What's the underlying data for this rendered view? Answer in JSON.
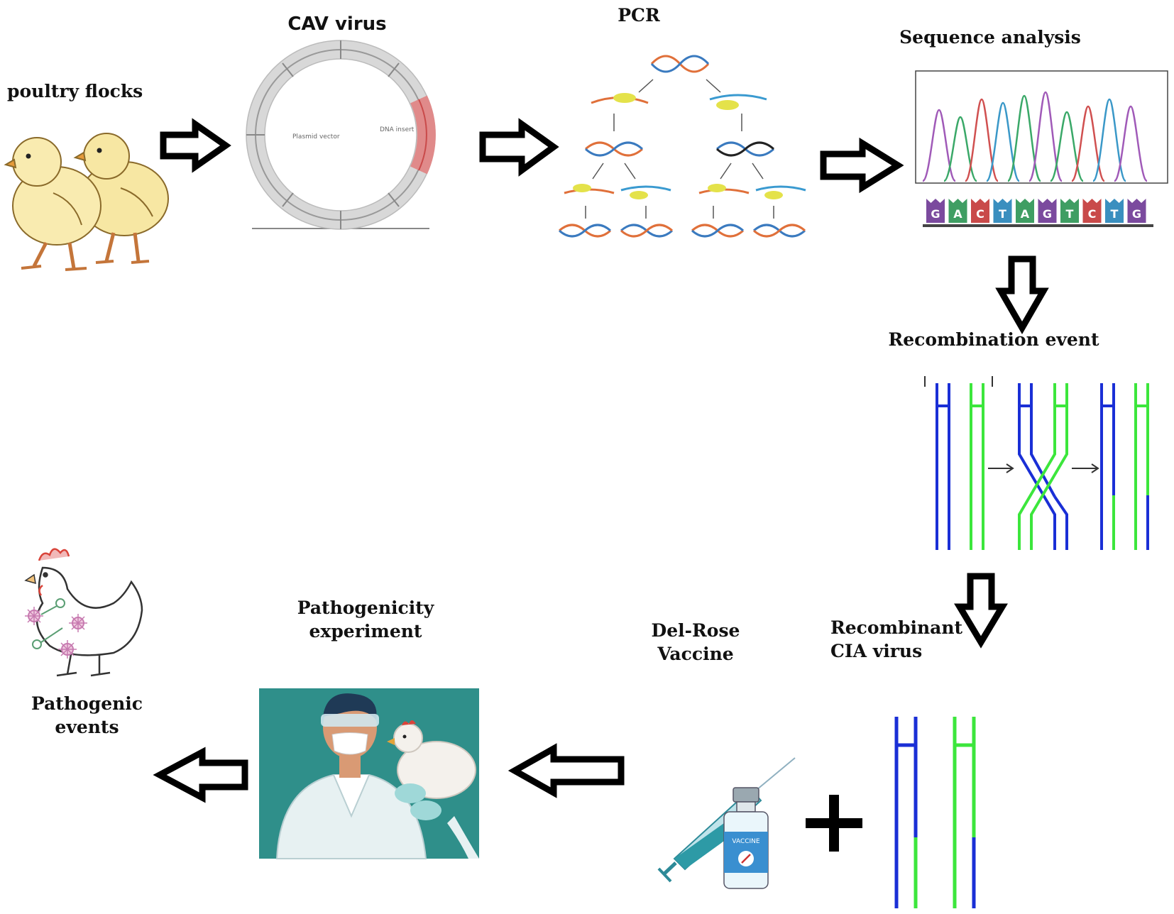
{
  "labels": {
    "poultry_flocks": "poultry flocks",
    "cav_virus": "CAV virus",
    "pcr": "PCR",
    "sequence_analysis": "Sequence analysis",
    "recombination_event": "Recombination event",
    "recombinant_line1": "Recombinant",
    "recombinant_line2": "CIA virus",
    "delrose_line1": "Del-Rose",
    "delrose_line2": "Vaccine",
    "patho_exp_line1": "Pathogenicity",
    "patho_exp_line2": "experiment",
    "patho_events_line1": "Pathogenic",
    "patho_events_line2": "events"
  },
  "plasmid": {
    "vector_label": "Plasmid vector",
    "insert_label": "DNA insert"
  },
  "sequence_letters": [
    "G",
    "A",
    "C",
    "T",
    "A",
    "G",
    "T",
    "C",
    "T",
    "G"
  ],
  "sequence_colors": [
    "#7b4a9e",
    "#3f9e63",
    "#c94a4a",
    "#3a8fbf",
    "#3f9e63",
    "#7b4a9e",
    "#3f9e63",
    "#c94a4a",
    "#3a8fbf",
    "#7b4a9e"
  ],
  "vaccine_text": "VACCINE",
  "colors": {
    "chromosome_blue": "#1a2fd6",
    "chromosome_green": "#3ce63c",
    "arrow": "#000000"
  }
}
